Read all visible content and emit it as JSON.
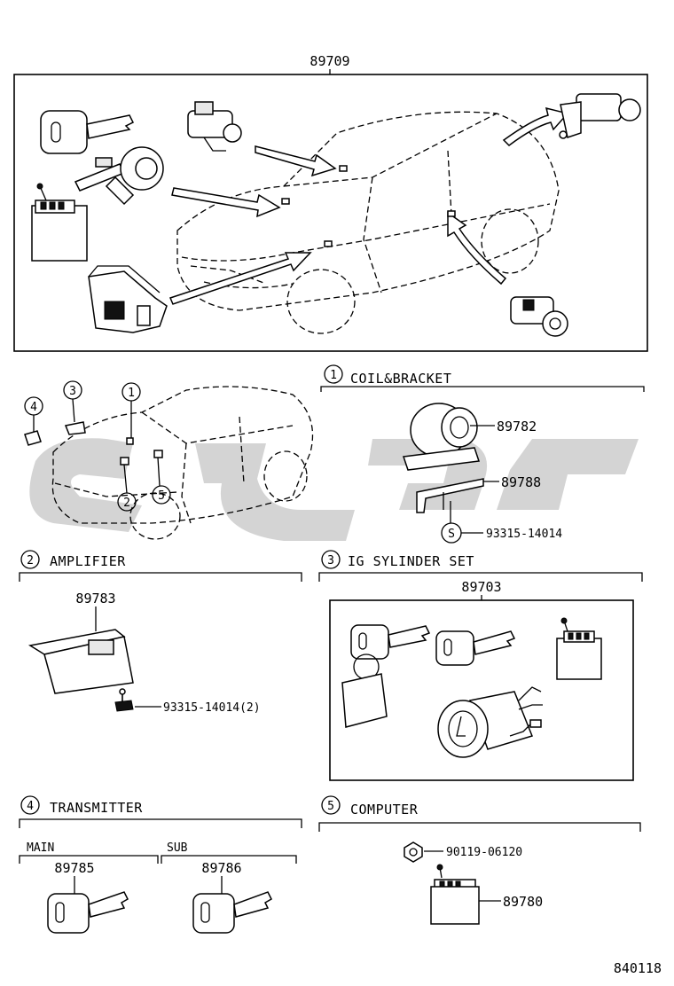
{
  "kit": {
    "part_no": "89709"
  },
  "legend": {
    "num1": "1",
    "num2": "2",
    "num3": "3",
    "num4": "4",
    "num5": "5"
  },
  "section1": {
    "num": "1",
    "title": "COIL&BRACKET",
    "parts": [
      "89782",
      "89788"
    ],
    "screw_symbol": "S",
    "screw_part": "93315-14014"
  },
  "section2": {
    "num": "2",
    "title": "AMPLIFIER",
    "part": "89783",
    "screw_part": "93315-14014(2)"
  },
  "section3": {
    "num": "3",
    "title": "IG SYLINDER SET",
    "part": "89703"
  },
  "section4": {
    "num": "4",
    "title": "TRANSMITTER",
    "main_label": "MAIN",
    "main_part": "89785",
    "sub_label": "SUB",
    "sub_part": "89786"
  },
  "section5": {
    "num": "5",
    "title": "COMPUTER",
    "nut_part": "90119-06120",
    "part": "89780"
  },
  "diagram_id": "840118",
  "colors": {
    "line": "#000000",
    "watermark": "#c9c9c9",
    "background": "#ffffff"
  }
}
